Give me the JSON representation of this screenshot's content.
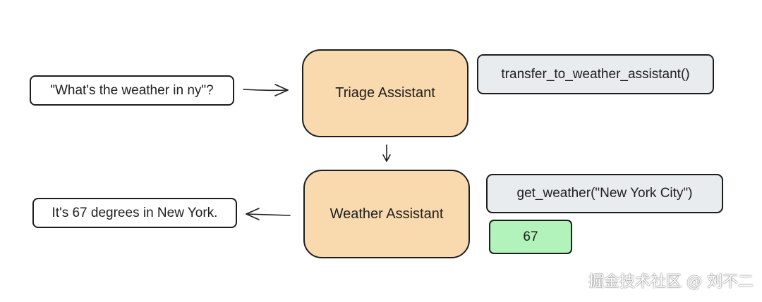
{
  "diagram": {
    "user_query": "\"What's the weather in ny\"?",
    "triage_agent": "Triage Assistant",
    "transfer_call": "transfer_to_weather_assistant()",
    "weather_agent": "Weather Assistant",
    "weather_call": "get_weather(\"New York City\")",
    "result": "67",
    "reply": "It's 67 degrees in New York."
  },
  "watermark": "掘金技术社区 @ 刘不二",
  "colors": {
    "agent_fill": "#f9d9ae",
    "call_fill": "#e9ecef",
    "result_fill": "#b2f2bb",
    "stroke": "#1e1e1e"
  }
}
